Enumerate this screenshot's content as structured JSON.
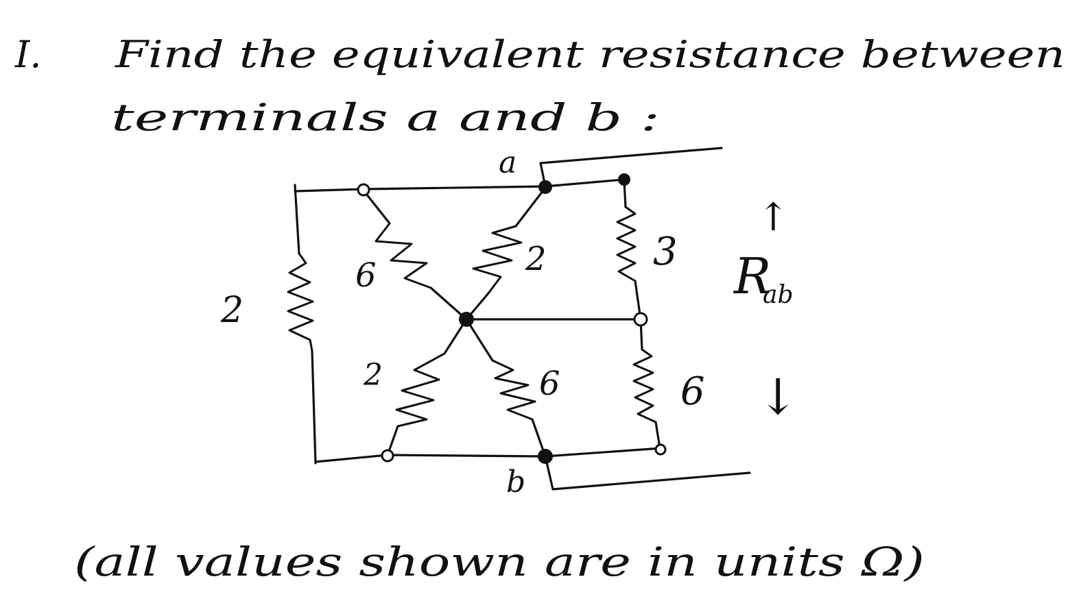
{
  "problem": {
    "number": "I.",
    "line1": "Find the equivalent resistance between",
    "line2": "terminals a and b :"
  },
  "circuit": {
    "terminal_a": "a",
    "terminal_b": "b",
    "resistors": {
      "left": "2",
      "upper_left_diag": "6",
      "upper_mid_diag": "2",
      "upper_right": "3",
      "lower_left_diag": "2",
      "lower_mid_diag": "6",
      "lower_right": "6"
    },
    "rab_label_main": "R",
    "rab_label_sub": "ab",
    "arrow_up": "↑",
    "arrow_down": "↓"
  },
  "note": "(all values shown are in units Ω)"
}
